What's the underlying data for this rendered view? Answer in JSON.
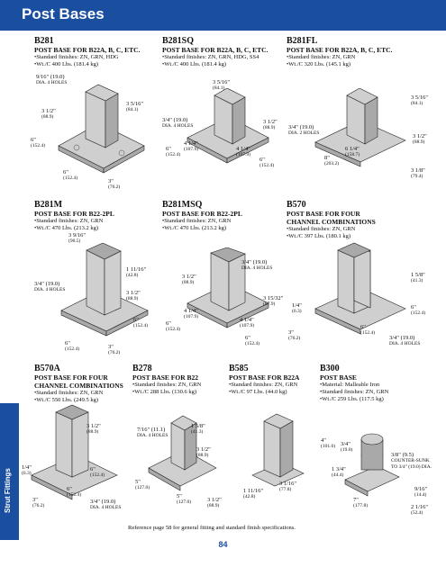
{
  "header": {
    "title": "Post Bases"
  },
  "side_tab": {
    "label": "Strut Fittings"
  },
  "products": [
    {
      "code": "B281",
      "title": "POST BASE FOR B22A, B, C, ETC.",
      "specs": [
        "•Standard finishes: ZN, GRN, HDG",
        "•Wt./C 400 Lbs. (181.4 kg)"
      ],
      "dims": [
        {
          "t": "9/16\" (19.0)",
          "m": "DIA. 4 HOLES"
        },
        {
          "t": "3 1/2\"",
          "m": "(88.9)"
        },
        {
          "t": "3 5/16\"",
          "m": "(84.1)"
        },
        {
          "t": "6\"",
          "m": "(152.4)"
        },
        {
          "t": "6\"",
          "m": "(152.4)"
        },
        {
          "t": "3\"",
          "m": "(76.2)"
        }
      ]
    },
    {
      "code": "B281SQ",
      "title": "POST BASE FOR B22A, B, C, ETC.",
      "specs": [
        "•Standard finishes: ZN, GRN, HDG, SS4",
        "•Wt./C 400 Lbs. (181.4 kg)"
      ],
      "dims": [
        {
          "t": "3 5/16\"",
          "m": "(84.1)"
        },
        {
          "t": "3/4\" (19.0)",
          "m": "DIA. 4 HOLES"
        },
        {
          "t": "3 1/2\"",
          "m": "(88.9)"
        },
        {
          "t": "6\"",
          "m": "(152.4)"
        },
        {
          "t": "4 1/4\"",
          "m": "(107.9)"
        },
        {
          "t": "4 1/4\"",
          "m": "(107.9)"
        },
        {
          "t": "6\"",
          "m": "(152.4)"
        }
      ]
    },
    {
      "code": "B281FL",
      "title": "POST BASE FOR B22A, B, C, ETC.",
      "specs": [
        "•Standard finishes: ZN, GRN",
        "•Wt./C 320 Lbs. (145.1 kg)"
      ],
      "dims": [
        {
          "t": "3/4\" (19.0)",
          "m": "DIA. 2 HOLES"
        },
        {
          "t": "3 5/16\"",
          "m": "(84.1)"
        },
        {
          "t": "8\"",
          "m": "(203.2)"
        },
        {
          "t": "6 1/4\"",
          "m": "(158.7)"
        },
        {
          "t": "3 1/2\"",
          "m": "(88.9)"
        },
        {
          "t": "3 1/8\"",
          "m": "(79.4)"
        }
      ]
    },
    {
      "code": "B281M",
      "title": "POST BASE FOR B22-2PL",
      "specs": [
        "•Standard finishes: ZN, GRN",
        "•Wt./C 470 Lbs. (213.2 kg)"
      ],
      "dims": [
        {
          "t": "3 9/16\"",
          "m": "(90.5)"
        },
        {
          "t": "1 11/16\"",
          "m": "(42.8)"
        },
        {
          "t": "3/4\" (19.0)",
          "m": "DIA. 4 HOLES"
        },
        {
          "t": "3 1/2\"",
          "m": "(88.9)"
        },
        {
          "t": "6\"",
          "m": "(152.4)"
        },
        {
          "t": "6\"",
          "m": "(152.4)"
        },
        {
          "t": "3\"",
          "m": "(76.2)"
        }
      ]
    },
    {
      "code": "B281MSQ",
      "title": "POST BASE FOR B22-2PL",
      "specs": [
        "•Standard finishes: ZN, GRN",
        "•Wt./C 470 Lbs. (213.2 kg)"
      ],
      "dims": [
        {
          "t": "3/4\" (19.0)",
          "m": "DIA. 4 HOLES"
        },
        {
          "t": "3 1/2\"",
          "m": "(88.9)"
        },
        {
          "t": "3 15/32\"",
          "m": "(87.9)"
        },
        {
          "t": "4 1/4\"",
          "m": "(107.9)"
        },
        {
          "t": "6\"",
          "m": "(152.4)"
        },
        {
          "t": "4 1/4\"",
          "m": "(107.9)"
        },
        {
          "t": "6\"",
          "m": "(152.4)"
        }
      ]
    },
    {
      "code": "B570",
      "title": "POST BASE FOR FOUR CHANNEL COMBINATIONS",
      "specs": [
        "•Standard finishes: ZN, GRN",
        "•Wt./C 397 Lbs. (180.1 kg)"
      ],
      "dims": [
        {
          "t": "1 5/8\"",
          "m": "(41.3)"
        },
        {
          "t": "1/4\"",
          "m": "(6.3)"
        },
        {
          "t": "6\"",
          "m": "(152.4)"
        },
        {
          "t": "6\"",
          "m": "(152.4)"
        },
        {
          "t": "3\"",
          "m": "(76.2)"
        },
        {
          "t": "3/4\" (19.0)",
          "m": "DIA. 4 HOLES"
        }
      ]
    },
    {
      "code": "B570A",
      "title": "POST BASE FOR FOUR CHANNEL COMBINATIONS",
      "specs": [
        "•Standard finishes: ZN, GRN",
        "•Wt./C 550 Lbs. (249.5 kg)"
      ],
      "dims": [
        {
          "t": "3 1/2\"",
          "m": "(88.9)"
        },
        {
          "t": "1/4\"",
          "m": "(6.3)"
        },
        {
          "t": "6\"",
          "m": "(152.4)"
        },
        {
          "t": "6\"",
          "m": "(152.4)"
        },
        {
          "t": "3\"",
          "m": "(76.2)"
        },
        {
          "t": "3/4\" (19.0)",
          "m": "DIA. 4 HOLES"
        }
      ]
    },
    {
      "code": "B278",
      "title": "POST BASE FOR B22",
      "specs": [
        "•Standard finishes: ZN, GRN",
        "•Wt./C 288 Lbs. (130.6 kg)"
      ],
      "dims": [
        {
          "t": "7/16\" (11.1)",
          "m": "DIA. 4 HOLES"
        },
        {
          "t": "1 5/8\"",
          "m": "(41.3)"
        },
        {
          "t": "3 1/2\"",
          "m": "(88.9)"
        },
        {
          "t": "5\"",
          "m": "(127.0)"
        },
        {
          "t": "5\"",
          "m": "(127.0)"
        },
        {
          "t": "3 1/2\"",
          "m": "(88.9)"
        }
      ]
    },
    {
      "code": "B585",
      "title": "POST BASE FOR B22A",
      "specs": [
        "•Standard finishes: ZN, GRN",
        "•Wt./C 97 Lbs. (44.0 kg)"
      ],
      "dims": [
        {
          "t": "3 1/16\"",
          "m": "(77.8)"
        },
        {
          "t": "1 11/16\"",
          "m": "(42.8)"
        }
      ]
    },
    {
      "code": "B300",
      "title": "POST BASE",
      "specs": [
        "•Material: Malleable Iron",
        "•Standard finishes: ZN, GRN",
        "•Wt./C 259 Lbs. (117.5 kg)"
      ],
      "dims": [
        {
          "t": "4\"",
          "m": "(101.6)"
        },
        {
          "t": "3/4\"",
          "m": "(19.0)"
        },
        {
          "t": "1 3/4\"",
          "m": "(44.4)"
        },
        {
          "t": "3/8\" (9.5)",
          "m": "COUNTER-SUNK TO 3/4\" (19.0) DIA."
        },
        {
          "t": "9/16\"",
          "m": "(14.4)"
        },
        {
          "t": "7\"",
          "m": "(177.8)"
        },
        {
          "t": "2 1/16\"",
          "m": "(52.4)"
        }
      ]
    }
  ],
  "footer": {
    "reference": "Reference page 58 for general fitting and standard finish specifications.",
    "page_number": "84"
  }
}
